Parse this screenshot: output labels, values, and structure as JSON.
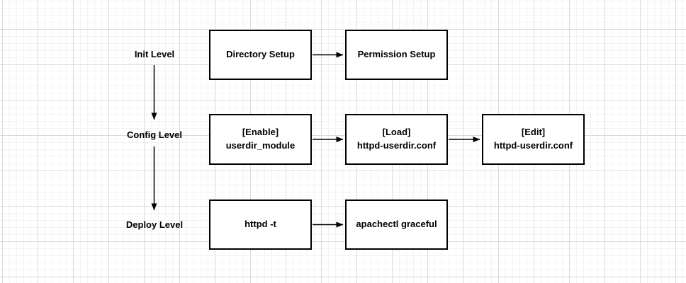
{
  "levels": [
    {
      "label": "Init Level"
    },
    {
      "label": "Config Level"
    },
    {
      "label": "Deploy Level"
    }
  ],
  "nodes": [
    {
      "id": "directory-setup",
      "lines": [
        "Directory Setup"
      ]
    },
    {
      "id": "permission-setup",
      "lines": [
        "Permission Setup"
      ]
    },
    {
      "id": "enable-module",
      "lines": [
        "[Enable]",
        "userdir_module"
      ]
    },
    {
      "id": "load-conf",
      "lines": [
        "[Load]",
        "httpd-userdir.conf"
      ]
    },
    {
      "id": "edit-conf",
      "lines": [
        "[Edit]",
        "httpd-userdir.conf"
      ]
    },
    {
      "id": "httpd-t",
      "lines": [
        "httpd -t"
      ]
    },
    {
      "id": "apachectl-graceful",
      "lines": [
        "apachectl graceful"
      ]
    }
  ],
  "colors": {
    "background": "#ffffff",
    "grid_minor": "#f3f3f3",
    "grid_major": "#dadada",
    "node_fill": "#ffffff",
    "node_border": "#000000",
    "text": "#000000",
    "arrow": "#000000"
  }
}
